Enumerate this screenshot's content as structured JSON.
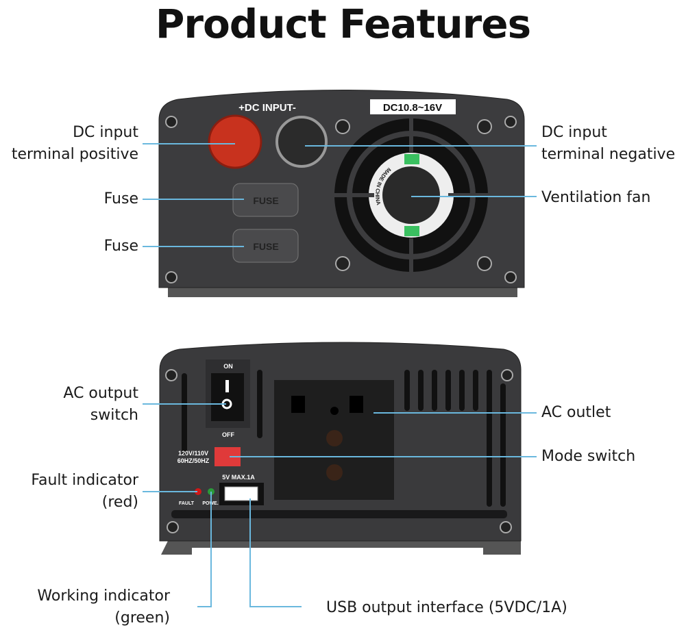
{
  "title": "Product Features",
  "top_device": {
    "panel_label": "+DC INPUT-",
    "voltage_badge": "DC10.8~16V",
    "fuse_text": "FUSE",
    "fan_text": "MADE IN CHINA",
    "callouts": {
      "dc_positive_line1": "DC input",
      "dc_positive_line2": "terminal positive",
      "dc_negative_line1": "DC input",
      "dc_negative_line2": "terminal negative",
      "fuse1": "Fuse",
      "fuse2": "Fuse",
      "fan": "Ventilation fan"
    }
  },
  "bottom_device": {
    "switch_on": "ON",
    "switch_off": "OFF",
    "mode_text_line1": "120V/110V",
    "mode_text_line2": "60HZ/50HZ",
    "usb_label": "5V MAX.1A",
    "fault_label": "FAULT",
    "power_label": "POWE.",
    "callouts": {
      "ac_switch_line1": "AC output",
      "ac_switch_line2": "switch",
      "fault_line1": "Fault indicator",
      "fault_line2": "(red)",
      "working_line1": "Working indicator",
      "working_line2": "(green)",
      "ac_outlet": "AC outlet",
      "mode_switch": "Mode switch",
      "usb": "USB output interface (5VDC/1A)"
    }
  },
  "colors": {
    "callout_line": "#6ab8de",
    "body": "#3a3a3c",
    "positive_terminal": "#c8321e",
    "fault_led": "#d01818",
    "power_led": "#2a9a3a"
  }
}
